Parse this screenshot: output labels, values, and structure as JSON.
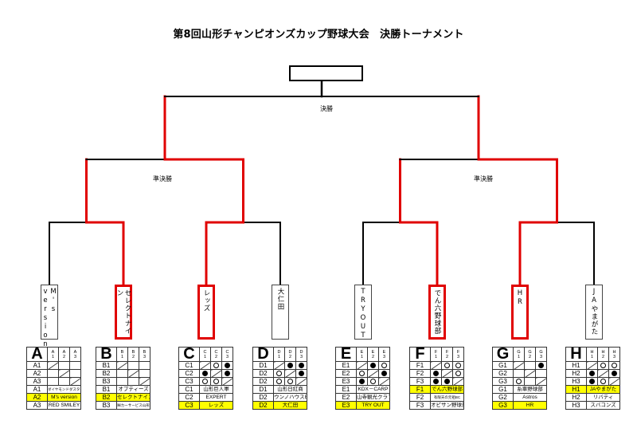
{
  "title": "第8回山形チャンピオンズカップ野球大会　決勝トーナメント",
  "colors": {
    "winner_path": "#e00000",
    "line": "#000000",
    "highlight": "#ffff00"
  },
  "rounds": {
    "final": "決勝",
    "semi_left": "準決勝",
    "semi_right": "準決勝"
  },
  "champion": "",
  "entrants": [
    {
      "group": "A",
      "name": "M's version",
      "winner": false
    },
    {
      "group": "B",
      "name": "セレクトナイン",
      "winner": true
    },
    {
      "group": "C",
      "name": "レッズ",
      "winner": true
    },
    {
      "group": "D",
      "name": "大仁田",
      "winner": false
    },
    {
      "group": "E",
      "name": "TRYOUT",
      "winner": false
    },
    {
      "group": "F",
      "name": "でん六野球部",
      "winner": true
    },
    {
      "group": "G",
      "name": "HR",
      "winner": true
    },
    {
      "group": "H",
      "name": "JAやまがた",
      "winner": false
    }
  ],
  "groups": [
    {
      "letter": "A",
      "cols": [
        "A\n1",
        "A\n2",
        "A\n3"
      ],
      "rows": [
        "A1",
        "A2",
        "A3"
      ],
      "results": [
        [
          "-",
          "",
          ""
        ],
        [
          "",
          "-",
          ""
        ],
        [
          "",
          "",
          "-"
        ]
      ],
      "teams": [
        {
          "id": "A1",
          "name": "ダイヤモンドダスターズ",
          "small": true,
          "hl": false
        },
        {
          "id": "A2",
          "name": "M's version",
          "hl": true
        },
        {
          "id": "A3",
          "name": "RED SMILEY",
          "hl": false
        }
      ]
    },
    {
      "letter": "B",
      "cols": [
        "B\n1",
        "B\n2",
        "B\n3"
      ],
      "rows": [
        "B1",
        "B2",
        "B3"
      ],
      "results": [
        [
          "-",
          "",
          ""
        ],
        [
          "",
          "-",
          ""
        ],
        [
          "",
          "",
          "-"
        ]
      ],
      "teams": [
        {
          "id": "B1",
          "name": "オプティーズ",
          "hl": false
        },
        {
          "id": "B2",
          "name": "セレクトナイン",
          "hl": true
        },
        {
          "id": "B3",
          "name": "㈱カーサービス山形",
          "small": true,
          "hl": false
        }
      ]
    },
    {
      "letter": "C",
      "cols": [
        "C\n1",
        "C\n2",
        "C\n3"
      ],
      "rows": [
        "C1",
        "C2",
        "C3"
      ],
      "results": [
        [
          "-",
          "win",
          "lose"
        ],
        [
          "lose",
          "-",
          "lose"
        ],
        [
          "win",
          "win",
          "-"
        ]
      ],
      "teams": [
        {
          "id": "C1",
          "name": "山形巨人軍",
          "hl": false
        },
        {
          "id": "C2",
          "name": "EXPERT",
          "hl": false
        },
        {
          "id": "C3",
          "name": "レッズ",
          "hl": true
        }
      ]
    },
    {
      "letter": "D",
      "cols": [
        "D\n1",
        "D\n2",
        "D\n3"
      ],
      "rows": [
        "D1",
        "D2",
        "D2"
      ],
      "results": [
        [
          "-",
          "lose",
          "lose"
        ],
        [
          "win",
          "-",
          "lose"
        ],
        [
          "win",
          "win",
          "-"
        ]
      ],
      "teams": [
        {
          "id": "D1",
          "name": "山形日紅商",
          "hl": false
        },
        {
          "id": "D2",
          "name": "ウンノハウスBC",
          "hl": false
        },
        {
          "id": "D2",
          "name": "大仁田",
          "hl": true
        }
      ]
    },
    {
      "letter": "E",
      "cols": [
        "E\n1",
        "E\n2",
        "E\n3"
      ],
      "rows": [
        "E1",
        "E2",
        "E3"
      ],
      "results": [
        [
          "-",
          "lose",
          "win"
        ],
        [
          "win",
          "-",
          "lose"
        ],
        [
          "lose",
          "win",
          "-"
        ]
      ],
      "teams": [
        {
          "id": "E1",
          "name": "KDX－CARP",
          "hl": false
        },
        {
          "id": "E2",
          "name": "山寺観光クラブ",
          "hl": false
        },
        {
          "id": "E3",
          "name": "TRY OUT",
          "hl": true
        }
      ]
    },
    {
      "letter": "F",
      "cols": [
        "F\n1",
        "F\n2",
        "F\n3"
      ],
      "rows": [
        "F1",
        "F2",
        "F3"
      ],
      "results": [
        [
          "-",
          "win",
          "win"
        ],
        [
          "lose",
          "-",
          "win"
        ],
        [
          "lose",
          "lose",
          "-"
        ]
      ],
      "teams": [
        {
          "id": "F1",
          "name": "でん六野球部",
          "hl": true
        },
        {
          "id": "F2",
          "name": "有限天の元祖BC",
          "small": true,
          "hl": false
        },
        {
          "id": "F3",
          "name": "オビサン野球部",
          "hl": false
        }
      ]
    },
    {
      "letter": "G",
      "cols": [
        "G\n1",
        "G\n2",
        "G\n3"
      ],
      "rows": [
        "G1",
        "G2",
        "G3"
      ],
      "results": [
        [
          "-",
          "",
          "lose"
        ],
        [
          "",
          "-",
          ""
        ],
        [
          "win",
          "",
          "-"
        ]
      ],
      "teams": [
        {
          "id": "G1",
          "name": "糸車野球部",
          "hl": false
        },
        {
          "id": "G2",
          "name": "Astros",
          "hl": false
        },
        {
          "id": "G3",
          "name": "HR",
          "hl": true
        }
      ]
    },
    {
      "letter": "H",
      "cols": [
        "H\n1",
        "H\n2",
        "H\n3"
      ],
      "rows": [
        "H1",
        "H2",
        "H3"
      ],
      "results": [
        [
          "-",
          "win",
          "win"
        ],
        [
          "lose",
          "-",
          "lose"
        ],
        [
          "lose",
          "win",
          "-"
        ]
      ],
      "teams": [
        {
          "id": "H1",
          "name": "JAやまがた",
          "hl": true
        },
        {
          "id": "H2",
          "name": "リバティ",
          "hl": false
        },
        {
          "id": "H3",
          "name": "スバコンズ",
          "hl": false
        }
      ]
    }
  ]
}
